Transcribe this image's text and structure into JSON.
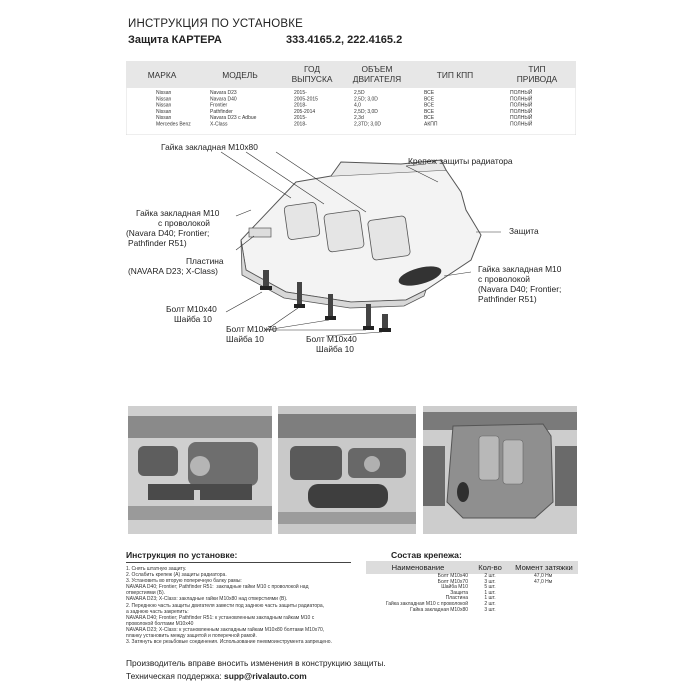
{
  "header": {
    "title": "ИНСТРУКЦИЯ ПО УСТАНОВКЕ",
    "subtitle": "Защита КАРТЕРА",
    "codes": "333.4165.2, 222.4165.2"
  },
  "compat_table": {
    "columns": [
      "МАРКА",
      "МОДЕЛЬ",
      "ГОД|ВЫПУСКА",
      "ОБЪЕМ|ДВИГАТЕЛЯ",
      "ТИП КПП",
      "ТИП|ПРИВОДА"
    ],
    "rows": [
      [
        "Nissan",
        "Navara D23",
        "2015-",
        "2,5D",
        "ВСЕ",
        "ПОЛНЫЙ"
      ],
      [
        "Nissan",
        "Navara D40",
        "2005-2015",
        "2,5D; 3,0D",
        "ВСЕ",
        "ПОЛНЫЙ"
      ],
      [
        "Nissan",
        "Frontier",
        "2018-",
        "4,0",
        "ВСЕ",
        "ПОЛНЫЙ"
      ],
      [
        "Nissan",
        "Pathfinder",
        "205-2014",
        "2,5D; 3,0D",
        "ВСЕ",
        "ПОЛНЫЙ"
      ],
      [
        "Nissan",
        "Navara D23 с Adbue",
        "2015-",
        "2,3d",
        "ВСЕ",
        "ПОЛНЫЙ"
      ],
      [
        "Mercedes Benz",
        "X-Class",
        "2018-",
        "2,3TD; 3,0D",
        "АКПП",
        "ПОЛНЫЙ"
      ]
    ]
  },
  "diagram": {
    "label_nut_m10x80": "Гайка закладная М10х80",
    "label_radiator_mount": "Крепеж защиты радиатора",
    "label_nut_m10_wire": [
      "Гайка закладная М10",
      "с проволокой",
      "(Navara D40; Frontier;",
      "Pathfinder R51)"
    ],
    "label_guard": "Защита",
    "label_plate": [
      "Пластина",
      "(NAVARA D23; X-Class)"
    ],
    "label_nut_m10_wire_right": [
      "Гайка закладная М10",
      "с проволокой",
      "(Navara D40; Frontier;",
      "Pathfinder R51)"
    ],
    "label_bolt_m10x40_left": [
      "Болт М10х40",
      "Шайба 10"
    ],
    "label_bolt_m10x70": [
      "Болт М10х70",
      "Шайба 10"
    ],
    "label_bolt_m10x40_bottom": [
      "Болт М10х40",
      "Шайба 10"
    ]
  },
  "instructions": {
    "title": "Инструкция по установке:",
    "steps": [
      "1. Снять штатную защиту.",
      "2. Ослабить крепеж (А) защиты радиатора.",
      "3. Установить во вторую поперечную балку рамы:",
      "NAVARA D40; Frontier; Pathfinder R51:  закладные гайки М10 с проволокой над",
      "отверстиями (Б).",
      "NAVARA D23; X-Class: закладные гайки М10х80 над отверстиями (В).",
      "2. Переднюю часть защиты двигателя завести под заднюю часть защиты радиатора,",
      "а заднюю часть закрепить:",
      "NAVARA D40; Frontier; Pathfinder R51: к установленным закладным гайкам М10 с",
      "проволокой болтами М10х40",
      "NAVARA D23; X-Class: к установленным закладным гайкам М10х80 болтами М10х70,",
      "планку установить между защитой и поперечной рамой.",
      "3. Затянуть все резьбовые соединения. Использование пневмоинструмента запрещено."
    ]
  },
  "fasteners": {
    "title": "Состав крепежа:",
    "headers": [
      "Наименование",
      "Кол-во",
      "Момент затяжки"
    ],
    "rows": [
      [
        "Болт М10х40",
        "2 шт.",
        "47,0 Нм"
      ],
      [
        "Болт М10х70",
        "3 шт.",
        "47,0 Нм"
      ],
      [
        "Шайба М10",
        "5 шт.",
        ""
      ],
      [
        "Защита",
        "1 шт.",
        ""
      ],
      [
        "Пластина",
        "1 шт.",
        ""
      ],
      [
        "Гайка закладная М10 с проволокой",
        "2 шт.",
        ""
      ],
      [
        "Гайка закладная М10х80",
        "3 шт.",
        ""
      ]
    ]
  },
  "footer": {
    "note": "Производитель вправе вносить изменения в конструкцию защиты.",
    "support_label": "Техническая поддержка: ",
    "support_email": "supp@rivalauto.com"
  }
}
